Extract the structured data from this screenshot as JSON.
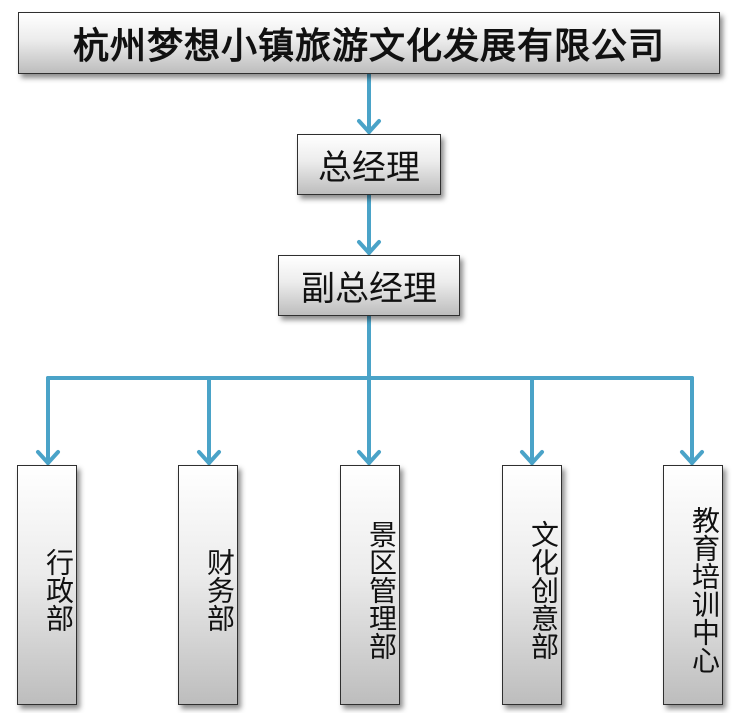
{
  "company": "杭州梦想小镇旅游文化发展有限公司",
  "general_manager": "总经理",
  "deputy_general_manager": "副总经理",
  "departments": [
    "行政部",
    "财务部",
    "景区管理部",
    "文化创意部",
    "教育培训中心"
  ],
  "colors": {
    "connector": "#4aa3c8",
    "box_border": "#2f2f2f",
    "text": "#111111"
  }
}
